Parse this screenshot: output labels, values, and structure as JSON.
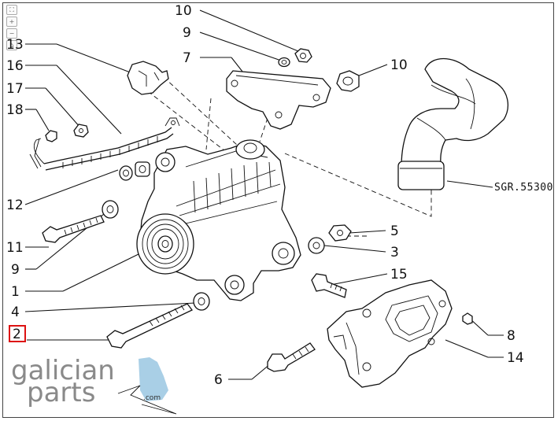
{
  "toolbar": {
    "icons": [
      "fit-icon",
      "zoom-in-icon",
      "zoom-out-icon",
      "home-icon"
    ]
  },
  "labels": {
    "p10a": "10",
    "p9a": "9",
    "p7": "7",
    "p10b": "10",
    "p13": "13",
    "p16": "16",
    "p17": "17",
    "p18": "18",
    "p12": "12",
    "p11": "11",
    "p9b": "9",
    "p1": "1",
    "p4": "4",
    "p2": "2",
    "p5": "5",
    "p3": "3",
    "p15": "15",
    "p8": "8",
    "p14": "14",
    "p6": "6",
    "ref": "SGR.55300"
  },
  "logo": {
    "line1": "galician",
    "line2": "parts",
    "domain": ".com",
    "accent_color": "#a9cfe6",
    "text_color": "#8a8a8a"
  },
  "selection": {
    "selected_label": "2",
    "highlight_color": "#dd1111"
  }
}
